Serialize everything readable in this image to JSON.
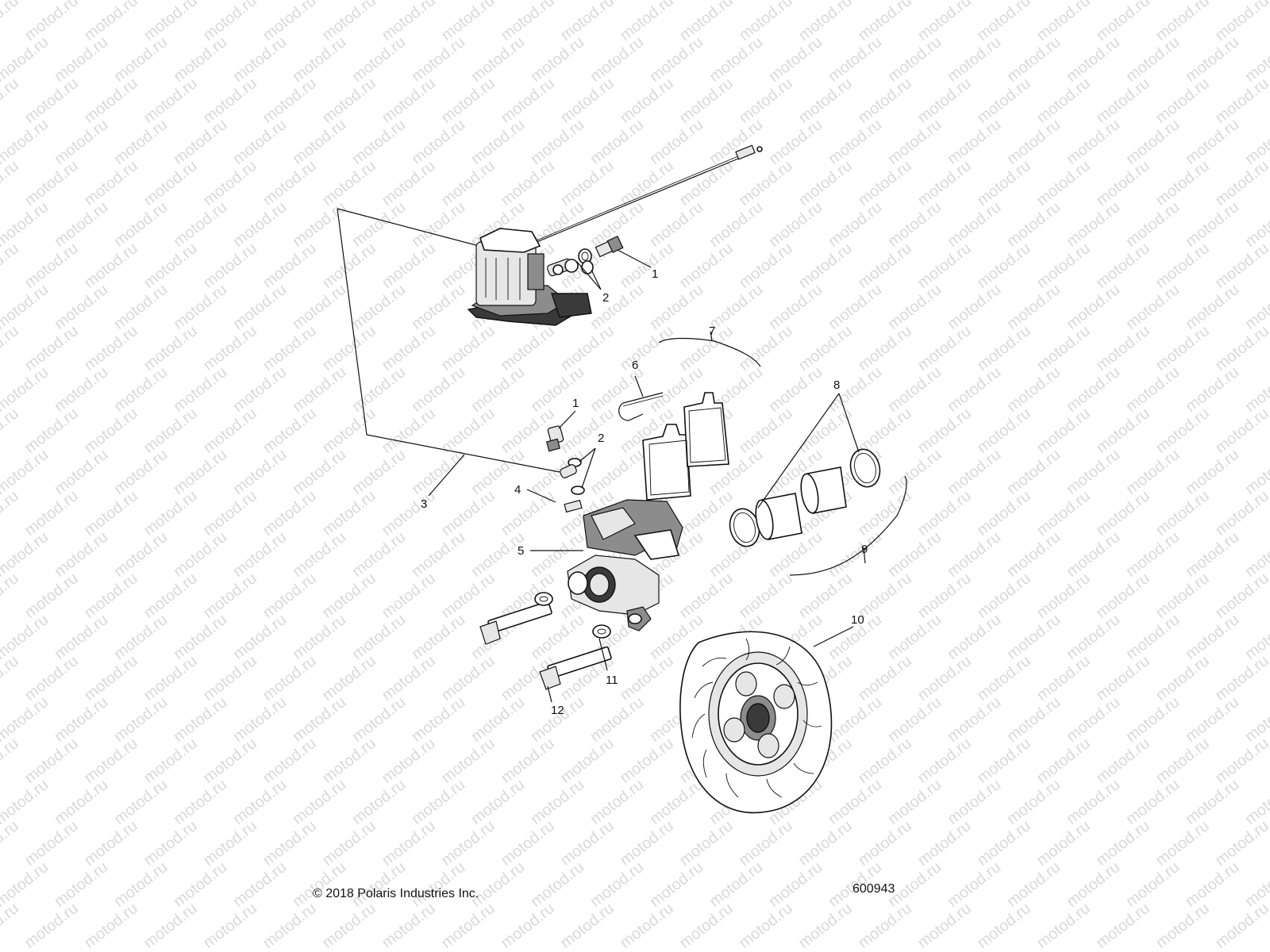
{
  "watermark": "motod.ru",
  "callouts": {
    "c1_top": "1",
    "c2_top": "2",
    "c7": "7",
    "c6": "6",
    "c1_mid": "1",
    "c2_mid": "2",
    "c8": "8",
    "c3": "3",
    "c4": "4",
    "c5": "5",
    "c9": "9",
    "c10": "10",
    "c11": "11",
    "c12": "12"
  },
  "footer": {
    "copyright": "© 2018 Polaris Industries Inc.",
    "drawing_number": "600943"
  }
}
